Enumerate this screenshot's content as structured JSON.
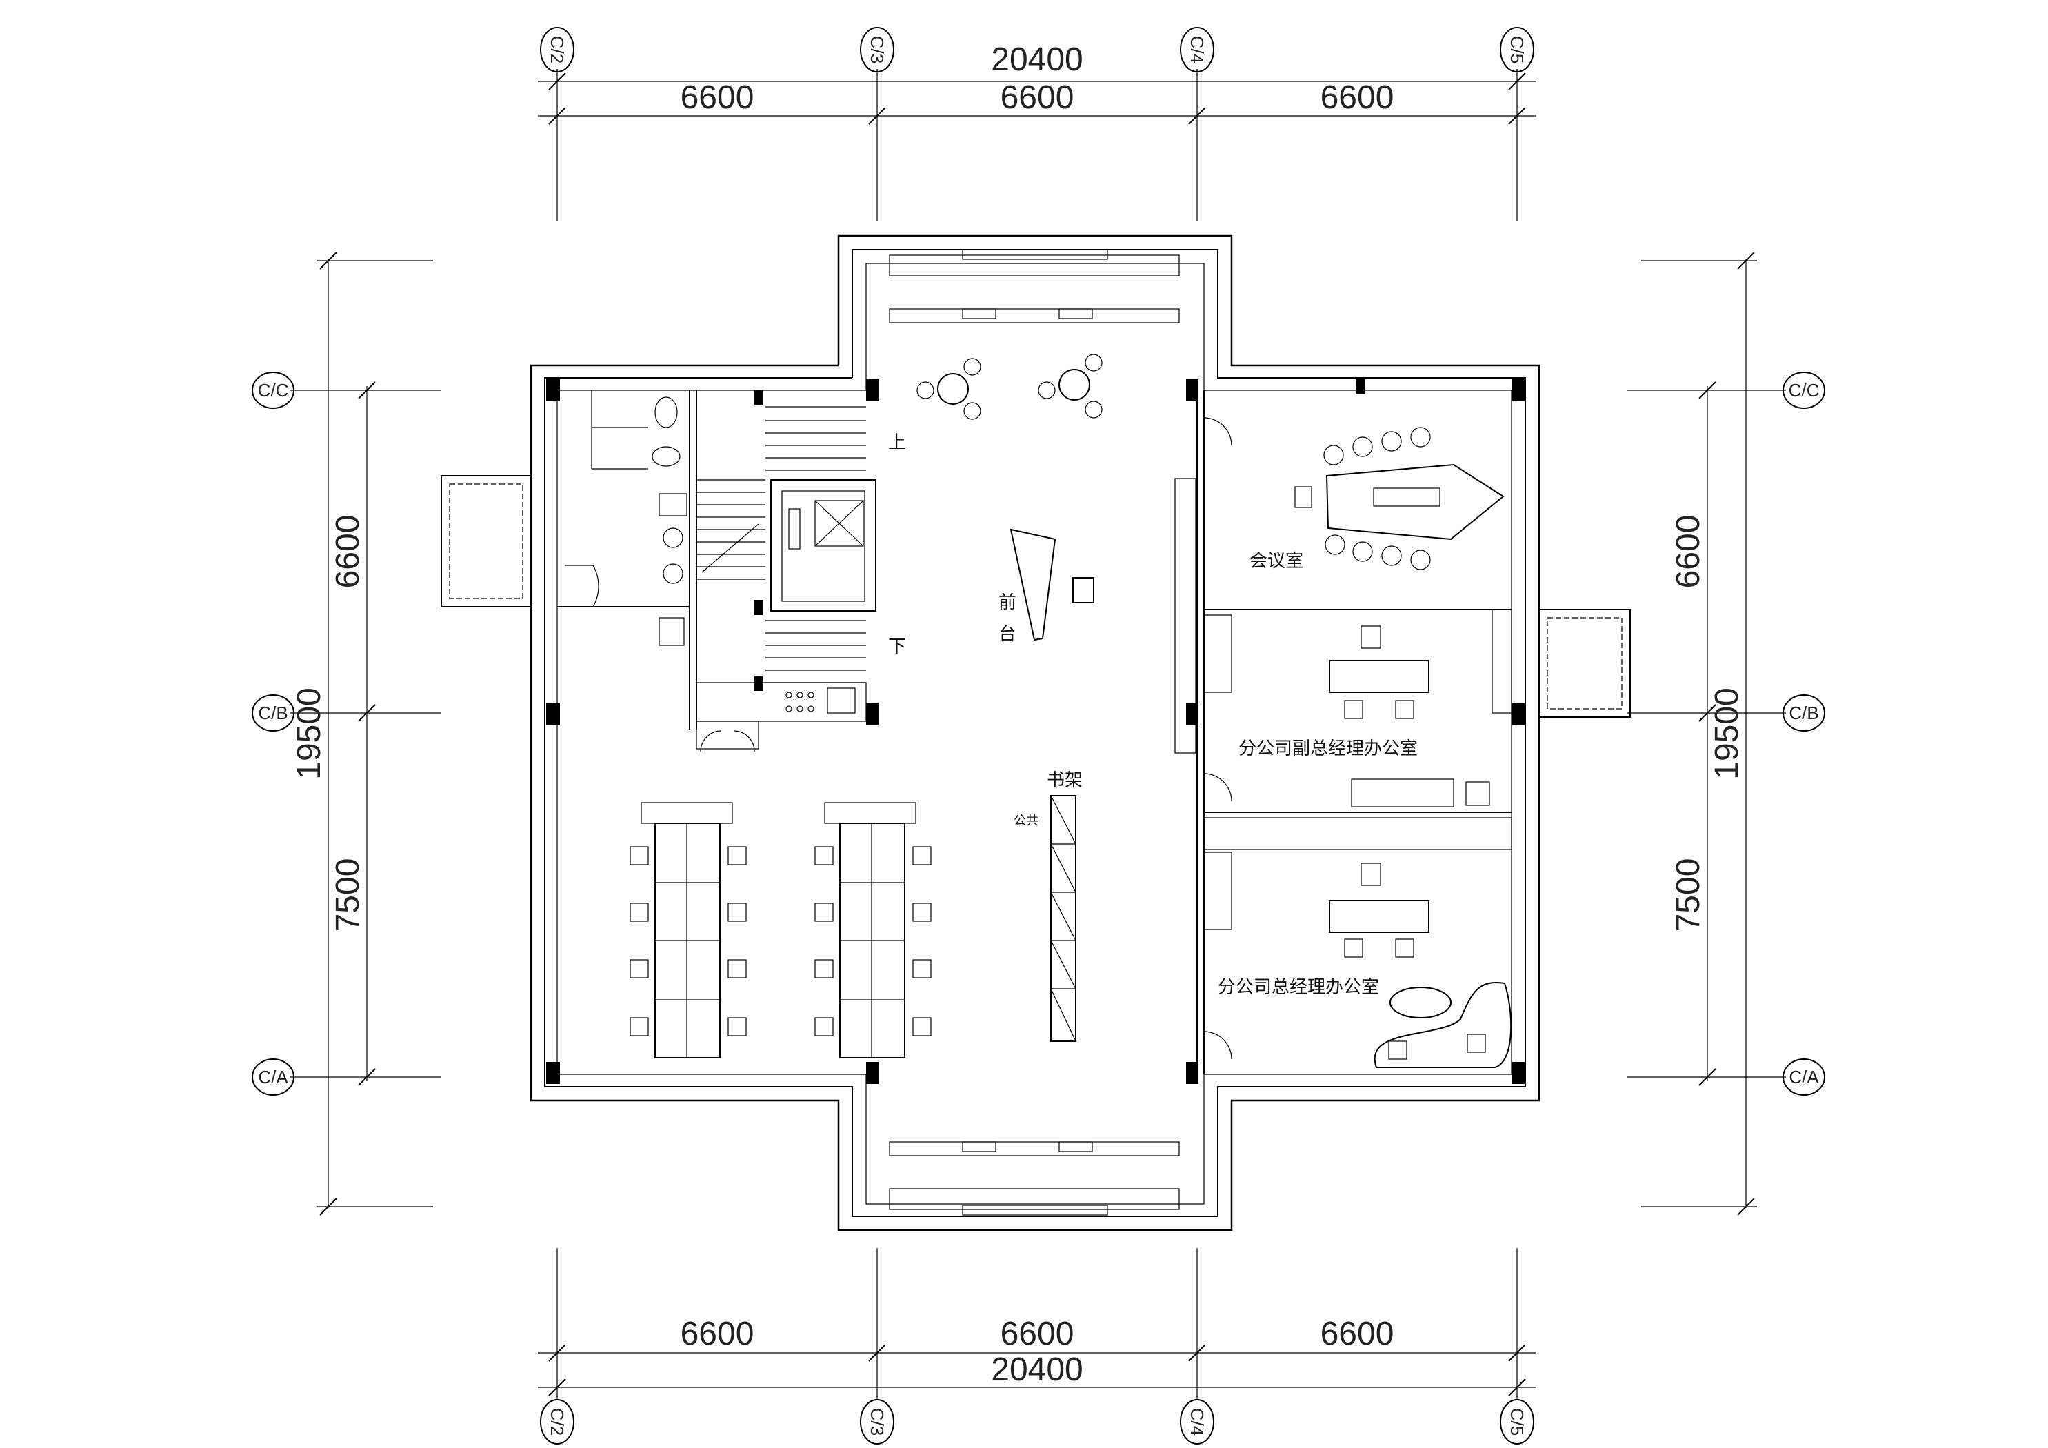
{
  "dimensions": {
    "top_total": "20400",
    "top_segments": [
      "6600",
      "6600",
      "6600"
    ],
    "bottom_segments": [
      "6600",
      "6600",
      "6600"
    ],
    "bottom_total": "20400",
    "left_total": "19500",
    "left_segments": [
      "6600",
      "7500"
    ],
    "right_total": "19500",
    "right_segments": [
      "6600",
      "7500"
    ]
  },
  "axes": {
    "columns": [
      "C/2",
      "C/3",
      "C/4",
      "C/5"
    ],
    "rows": [
      "C/C",
      "C/B",
      "C/A"
    ]
  },
  "rooms": {
    "meeting_room": "会议室",
    "deputy_manager_office": "分公司副总经理办公室",
    "general_manager_office": "分公司总经理办公室",
    "bookshelf": "书架",
    "reception_1": "前",
    "reception_2": "台",
    "stair_up": "上",
    "stair_down": "下",
    "public_label": "公共"
  },
  "colors": {
    "line": "#000000",
    "background": "#ffffff"
  }
}
